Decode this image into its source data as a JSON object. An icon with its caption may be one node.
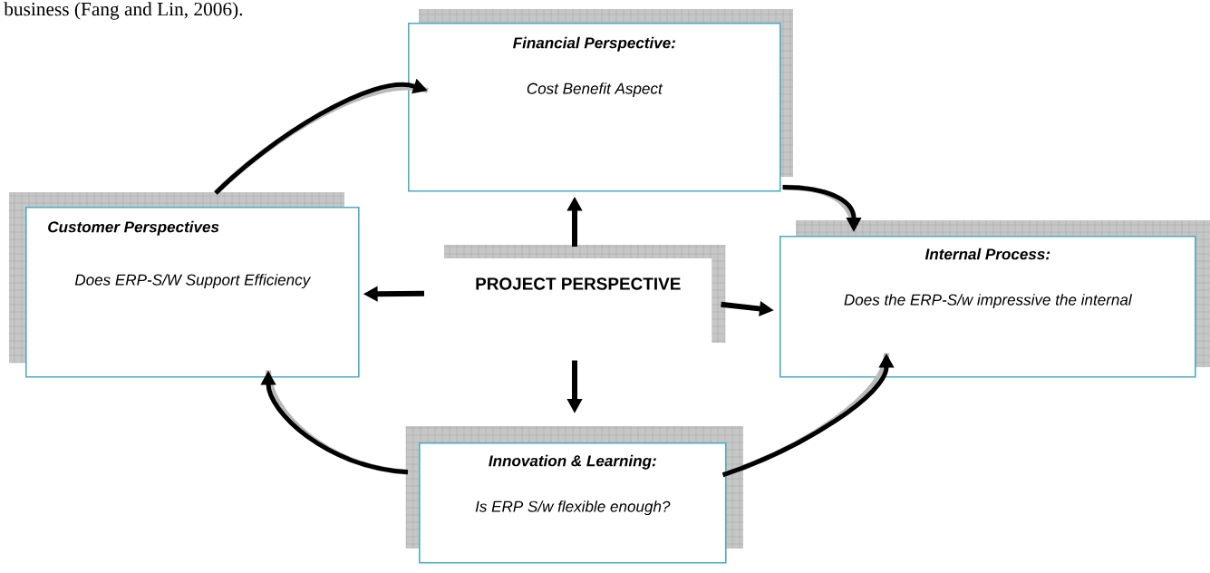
{
  "diagram": {
    "nodes": [
      {
        "text": [
          "Financial Perspective:",
          "Cost Benefit Aspect"
        ]
      },
      {
        "text": [
          "Customer Perspectives",
          "Does ERP-S/W Support Efficiency"
        ]
      },
      {
        "text": [
          "PROJECT PERSPECTIVE"
        ]
      },
      {
        "text": [
          "**Internal Process**:",
          "Does the ERP-S/w impressive the internal"
        ]
      },
      {
        "text": [
          "Innovation & Learning:",
          "Is ERP S/w flexible enough?"
        ]
      }
    ],
    "edges": [
      {
        "from": 2,
        "to": 0,
        "arrow": "to"
      },
      {
        "from": 2,
        "to": 1,
        "arrow": "to"
      },
      {
        "from": 2,
        "to": 3,
        "arrow": "to"
      },
      {
        "from": 2,
        "to": 4,
        "arrow": "to"
      },
      {
        "from": 1,
        "to": 0,
        "arrow": "to"
      },
      {
        "from": 0,
        "to": 3,
        "arrow": "to"
      },
      {
        "from": 4,
        "to": 1,
        "arrow": "to"
      },
      {
        "from": 4,
        "to": 3,
        "arrow": "to"
      }
    ],
    "labels": [
      "business (Fang and Lin, 2006)."
    ]
  }
}
